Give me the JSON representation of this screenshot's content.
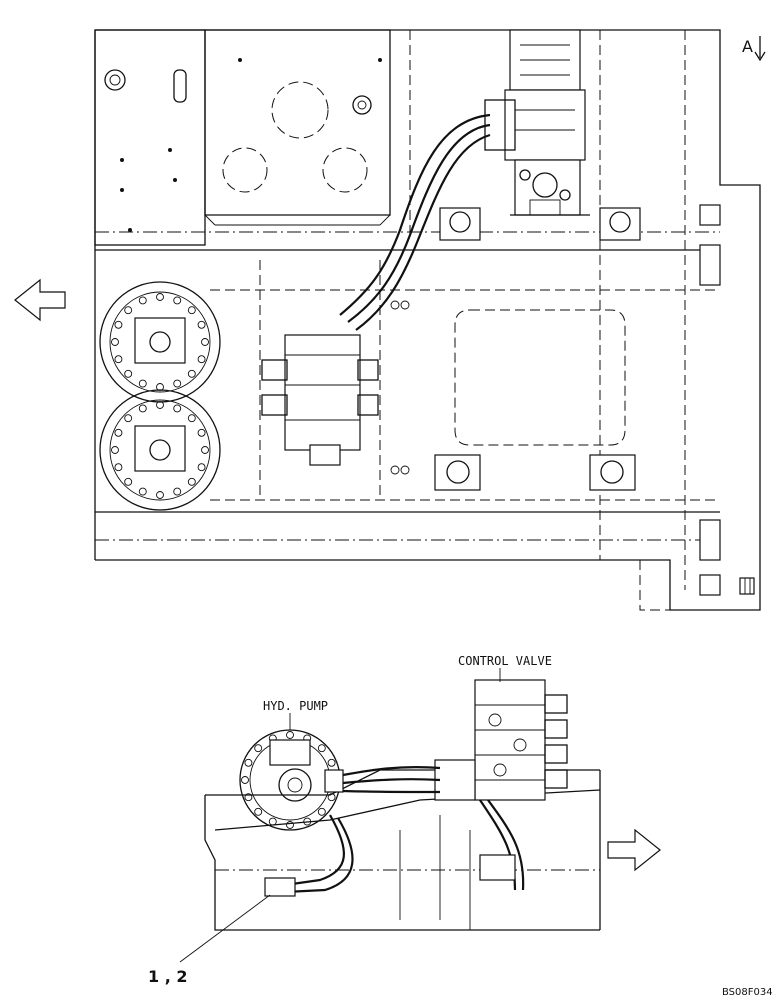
{
  "view_marker": "A",
  "labels": {
    "control_valve": "CONTROL VALVE",
    "hyd_pump": "HYD. PUMP",
    "callout": "1 , 2"
  },
  "figure_code": "BS08F034"
}
